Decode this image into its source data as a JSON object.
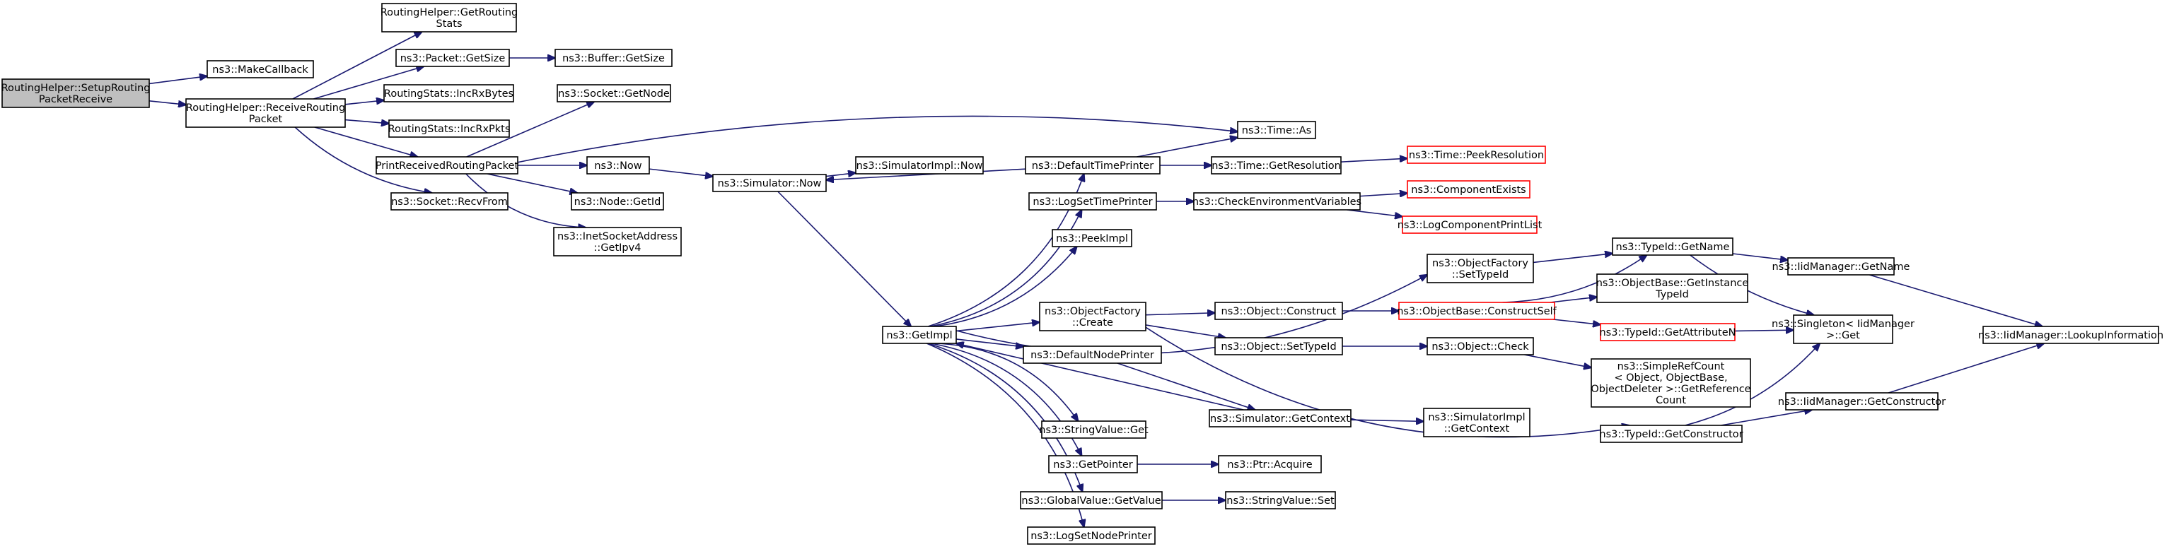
{
  "diagram": {
    "nodes": [
      {
        "id": "root",
        "lines": [
          "RoutingHelper::SetupRouting",
          "PacketReceive"
        ],
        "style": "root"
      },
      {
        "id": "makecallback",
        "lines": [
          "ns3::MakeCallback"
        ]
      },
      {
        "id": "rhgetstats",
        "lines": [
          "RoutingHelper::GetRouting",
          "Stats"
        ]
      },
      {
        "id": "pktgetsize",
        "lines": [
          "ns3::Packet::GetSize"
        ]
      },
      {
        "id": "bufgetsize",
        "lines": [
          "ns3::Buffer::GetSize"
        ]
      },
      {
        "id": "rhrecv",
        "lines": [
          "RoutingHelper::ReceiveRouting",
          "Packet"
        ]
      },
      {
        "id": "incrxbytes",
        "lines": [
          "RoutingStats::IncRxBytes"
        ]
      },
      {
        "id": "incrxpkts",
        "lines": [
          "RoutingStats::IncRxPkts"
        ]
      },
      {
        "id": "sockgetnode",
        "lines": [
          "ns3::Socket::GetNode"
        ]
      },
      {
        "id": "printrecv",
        "lines": [
          "PrintReceivedRoutingPacket"
        ]
      },
      {
        "id": "sockrecvfrom",
        "lines": [
          "ns3::Socket::RecvFrom"
        ]
      },
      {
        "id": "now",
        "lines": [
          "ns3::Now"
        ]
      },
      {
        "id": "nodegetid",
        "lines": [
          "ns3::Node::GetId"
        ]
      },
      {
        "id": "inetgetipv4",
        "lines": [
          "ns3::InetSocketAddress",
          "::GetIpv4"
        ]
      },
      {
        "id": "simnow",
        "lines": [
          "ns3::Simulator::Now"
        ]
      },
      {
        "id": "simimplnow",
        "lines": [
          "ns3::SimulatorImpl::Now"
        ]
      },
      {
        "id": "getimpl",
        "lines": [
          "ns3::GetImpl"
        ]
      },
      {
        "id": "deftimeprinter",
        "lines": [
          "ns3::DefaultTimePrinter"
        ]
      },
      {
        "id": "logsettimeprinter",
        "lines": [
          "ns3::LogSetTimePrinter"
        ]
      },
      {
        "id": "peekimpl",
        "lines": [
          "ns3::PeekImpl"
        ]
      },
      {
        "id": "objfactcreate",
        "lines": [
          "ns3::ObjectFactory",
          "::Create"
        ]
      },
      {
        "id": "defnodeprinter",
        "lines": [
          "ns3::DefaultNodePrinter"
        ]
      },
      {
        "id": "stringvalueget",
        "lines": [
          "ns3::StringValue::Get"
        ]
      },
      {
        "id": "getpointer",
        "lines": [
          "ns3::GetPointer"
        ]
      },
      {
        "id": "globalvalueget",
        "lines": [
          "ns3::GlobalValue::GetValue"
        ]
      },
      {
        "id": "logsetnodeprinter",
        "lines": [
          "ns3::LogSetNodePrinter"
        ]
      },
      {
        "id": "timeas",
        "lines": [
          "ns3::Time::As"
        ]
      },
      {
        "id": "timegetres",
        "lines": [
          "ns3::Time::GetResolution"
        ]
      },
      {
        "id": "timepeekres",
        "lines": [
          "ns3::Time::PeekResolution"
        ],
        "style": "red"
      },
      {
        "id": "checkenv",
        "lines": [
          "ns3::CheckEnvironmentVariables"
        ]
      },
      {
        "id": "compexists",
        "lines": [
          "ns3::ComponentExists"
        ],
        "style": "red"
      },
      {
        "id": "logcompprint",
        "lines": [
          "ns3::LogComponentPrintList"
        ],
        "style": "red"
      },
      {
        "id": "objfactsettypeid",
        "lines": [
          "ns3::ObjectFactory",
          "::SetTypeId"
        ]
      },
      {
        "id": "objconstruct",
        "lines": [
          "ns3::Object::Construct"
        ]
      },
      {
        "id": "objsettypeid",
        "lines": [
          "ns3::Object::SetTypeId"
        ]
      },
      {
        "id": "simgetcontext",
        "lines": [
          "ns3::Simulator::GetContext"
        ]
      },
      {
        "id": "ptracquire",
        "lines": [
          "ns3::Ptr::Acquire"
        ]
      },
      {
        "id": "stringvalueset",
        "lines": [
          "ns3::StringValue::Set"
        ]
      },
      {
        "id": "objbaseconstruct",
        "lines": [
          "ns3::ObjectBase::ConstructSelf"
        ],
        "style": "red"
      },
      {
        "id": "objcheck",
        "lines": [
          "ns3::Object::Check"
        ]
      },
      {
        "id": "simimplgetcontext",
        "lines": [
          "ns3::SimulatorImpl",
          "::GetContext"
        ]
      },
      {
        "id": "typeidgetname",
        "lines": [
          "ns3::TypeId::GetName"
        ]
      },
      {
        "id": "objbasegetinst",
        "lines": [
          "ns3::ObjectBase::GetInstance",
          "TypeId"
        ]
      },
      {
        "id": "typeidgetattr",
        "lines": [
          "ns3::TypeId::GetAttributeN"
        ],
        "style": "red"
      },
      {
        "id": "simplerefcount",
        "lines": [
          "ns3::SimpleRefCount",
          "< Object, ObjectBase,",
          "ObjectDeleter >::GetReference",
          "Count"
        ]
      },
      {
        "id": "typeidgetctor",
        "lines": [
          "ns3::TypeId::GetConstructor"
        ]
      },
      {
        "id": "iidgetname",
        "lines": [
          "ns3::IidManager::GetName"
        ]
      },
      {
        "id": "singletonget",
        "lines": [
          "ns3::Singleton< IidManager",
          ">::Get"
        ]
      },
      {
        "id": "iidgetctor",
        "lines": [
          "ns3::IidManager::GetConstructor"
        ]
      },
      {
        "id": "iidlookup",
        "lines": [
          "ns3::IidManager::LookupInformation"
        ]
      }
    ],
    "edges": [
      [
        "root",
        "makecallback"
      ],
      [
        "root",
        "rhrecv"
      ],
      [
        "rhrecv",
        "rhgetstats"
      ],
      [
        "rhrecv",
        "pktgetsize"
      ],
      [
        "pktgetsize",
        "bufgetsize"
      ],
      [
        "rhrecv",
        "incrxbytes"
      ],
      [
        "rhrecv",
        "incrxpkts"
      ],
      [
        "rhrecv",
        "printrecv"
      ],
      [
        "rhrecv",
        "sockrecvfrom"
      ],
      [
        "printrecv",
        "sockgetnode"
      ],
      [
        "printrecv",
        "timeas"
      ],
      [
        "printrecv",
        "now"
      ],
      [
        "printrecv",
        "nodegetid"
      ],
      [
        "printrecv",
        "inetgetipv4"
      ],
      [
        "now",
        "simnow"
      ],
      [
        "simnow",
        "simimplnow"
      ],
      [
        "simnow",
        "getimpl"
      ],
      [
        "deftimeprinter",
        "simnow"
      ],
      [
        "deftimeprinter",
        "timeas"
      ],
      [
        "deftimeprinter",
        "timegetres"
      ],
      [
        "timegetres",
        "timepeekres"
      ],
      [
        "getimpl",
        "deftimeprinter"
      ],
      [
        "getimpl",
        "logsettimeprinter"
      ],
      [
        "getimpl",
        "peekimpl"
      ],
      [
        "getimpl",
        "objfactsettypeid"
      ],
      [
        "getimpl",
        "objfactcreate"
      ],
      [
        "getimpl",
        "defnodeprinter"
      ],
      [
        "getimpl",
        "stringvalueget"
      ],
      [
        "getimpl",
        "getpointer"
      ],
      [
        "getimpl",
        "globalvalueget"
      ],
      [
        "getimpl",
        "logsetnodeprinter"
      ],
      [
        "logsettimeprinter",
        "checkenv"
      ],
      [
        "checkenv",
        "compexists"
      ],
      [
        "checkenv",
        "logcompprint"
      ],
      [
        "objfactcreate",
        "objconstruct"
      ],
      [
        "objfactcreate",
        "objsettypeid"
      ],
      [
        "objfactcreate",
        "typeidgetctor"
      ],
      [
        "defnodeprinter",
        "simgetcontext"
      ],
      [
        "simgetcontext",
        "getimpl"
      ],
      [
        "simgetcontext",
        "simimplgetcontext"
      ],
      [
        "getpointer",
        "ptracquire"
      ],
      [
        "globalvalueget",
        "stringvalueset"
      ],
      [
        "objconstruct",
        "objbaseconstruct"
      ],
      [
        "objsettypeid",
        "objcheck"
      ],
      [
        "objcheck",
        "simplerefcount"
      ],
      [
        "objfactsettypeid",
        "typeidgetname"
      ],
      [
        "objbaseconstruct",
        "typeidgetname"
      ],
      [
        "objbaseconstruct",
        "objbasegetinst"
      ],
      [
        "objbaseconstruct",
        "typeidgetattr"
      ],
      [
        "typeidgetname",
        "iidgetname"
      ],
      [
        "typeidgetname",
        "singletonget"
      ],
      [
        "typeidgetattr",
        "singletonget"
      ],
      [
        "typeidgetctor",
        "singletonget"
      ],
      [
        "typeidgetctor",
        "iidgetctor"
      ],
      [
        "iidgetname",
        "iidlookup"
      ],
      [
        "iidgetctor",
        "iidlookup"
      ]
    ]
  }
}
